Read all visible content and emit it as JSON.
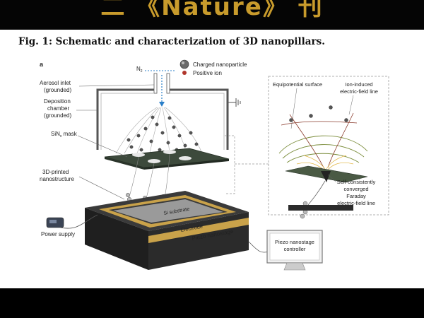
{
  "banner": {
    "text": "二 《Nature》 刊"
  },
  "figure": {
    "title": "Fig. 1: Schematic and characterization of 3D nanopillars.",
    "panel": "a",
    "legend": {
      "n2": "N",
      "n2_sub": "2",
      "charged": "Charged nanoparticle",
      "ion": "Positive ion"
    },
    "labels": {
      "aerosol_1": "Aerosol inlet",
      "aerosol_2": "(grounded)",
      "deposition_1": "Deposition",
      "deposition_2": "chamber",
      "deposition_3": "(grounded)",
      "mask_1": "SiN",
      "mask_sub": "x",
      "mask_2": " mask",
      "nano_1": "3D-printed",
      "nano_2": "nanostructure",
      "power": "Power supply",
      "substrate": "Si substrate",
      "electrode": "Electrode",
      "stage": "Piezo nanostage",
      "controller_1": "Piezo nanostage",
      "controller_2": "controller"
    },
    "inset": {
      "equip": "Equipotential surface",
      "ion_1": "Ion-induced",
      "ion_2": "electric-field line",
      "self_1": "Self-consistently",
      "self_2": "converged",
      "self_3": "Faraday",
      "self_4": "electric-field line"
    }
  },
  "colors": {
    "banner": "#c89b2c",
    "stage": "#2b2b2b",
    "electrode": "#c9a24a",
    "substrate": "#9a9a9a",
    "mask": "#3d4a3c",
    "nozzle_arrow": "#2a7fc9"
  }
}
